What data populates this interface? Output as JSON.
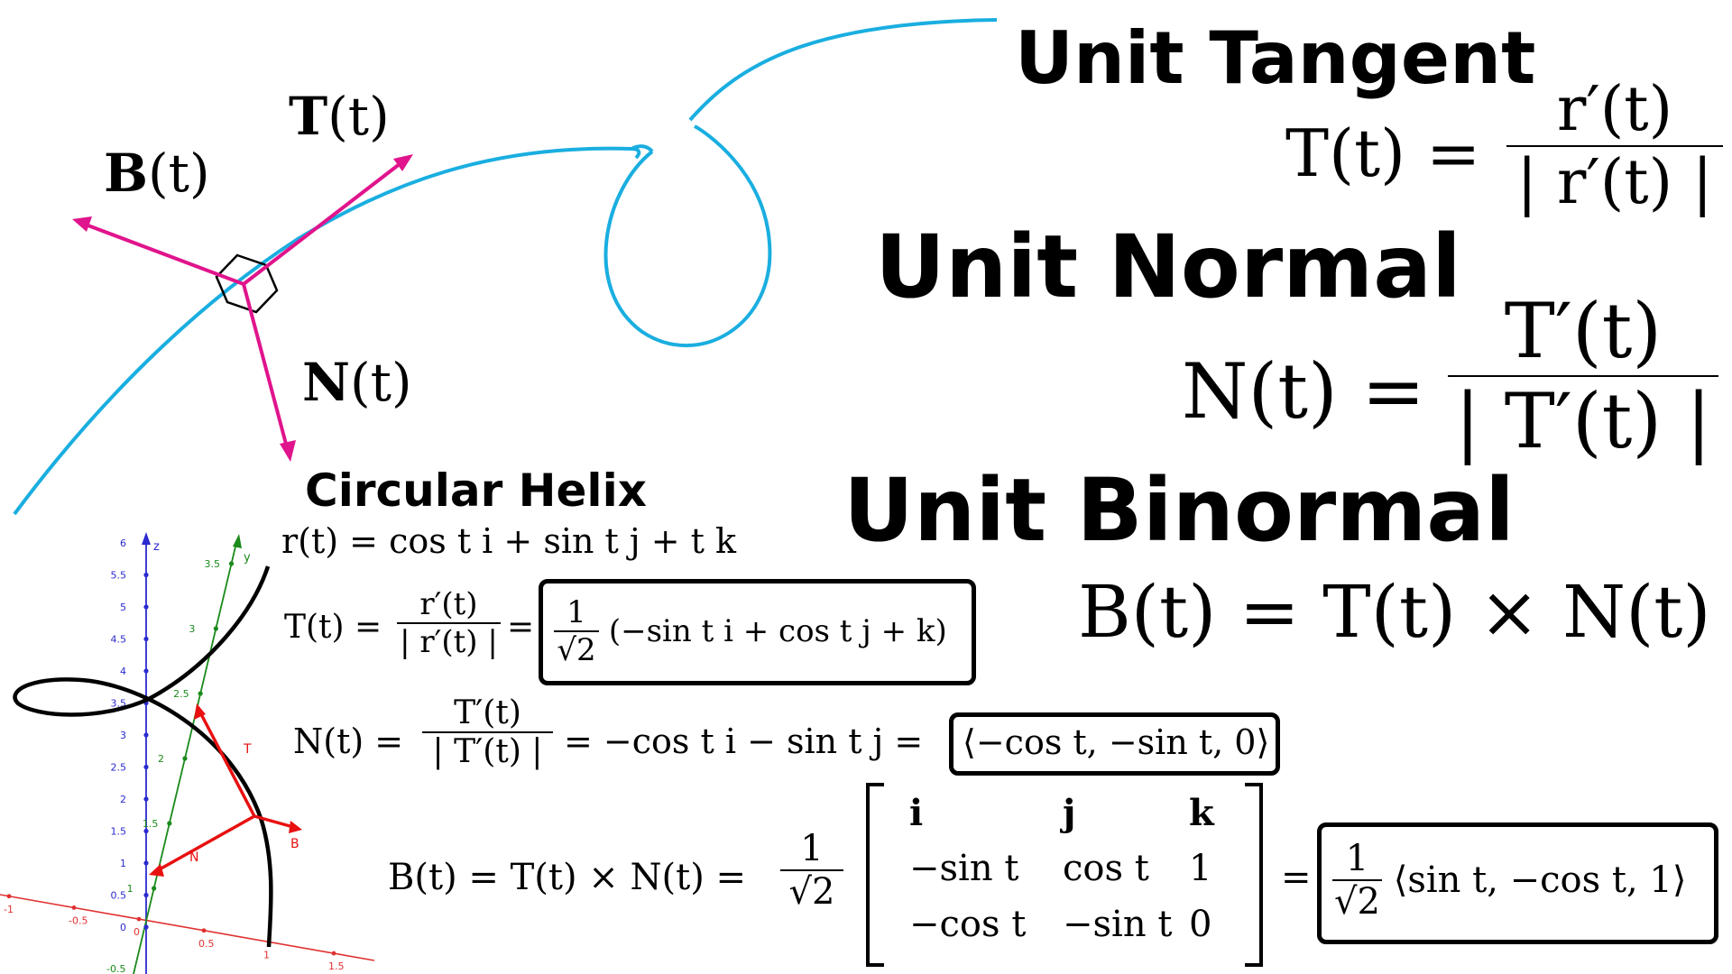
{
  "headings": {
    "unit_tangent": "Unit Tangent",
    "unit_normal": "Unit Normal",
    "unit_binormal": "Unit Binormal",
    "circular_helix": "Circular Helix"
  },
  "frame_labels": {
    "T": "T",
    "B": "B",
    "N": "N",
    "arg": "(t)"
  },
  "formulas": {
    "T_lhs": "T(t) =",
    "T_num": "r′(t)",
    "T_den": "| r′(t) |",
    "N_lhs": "N(t) =",
    "N_num": "T′(t)",
    "N_den": "| T′(t) |",
    "B_def": "B(t) = T(t) × N(t)"
  },
  "helix_example": {
    "r_def": "r(t) = cos t i + sin t j + t k",
    "T_lhs": "T(t) =",
    "T_num": "r′(t)",
    "T_den": "| r′(t) |",
    "eq": "=",
    "T_box_num": "1",
    "T_box_den": "√2",
    "T_box_vec": "(−sin t i + cos t j + k)",
    "N_lhs": "N(t) =",
    "N_num": "T′(t)",
    "N_den": "| T′(t) |",
    "N_mid": "= −cos t i − sin t j =",
    "N_box": "⟨−cos t, −sin t, 0⟩",
    "B_lhs": "B(t) = T(t) × N(t) =",
    "B_num": "1",
    "B_den": "√2",
    "matrix": [
      [
        "i",
        "j",
        "k"
      ],
      [
        "−sin t",
        "cos t",
        "1"
      ],
      [
        "−cos t",
        "−sin t",
        "0"
      ]
    ],
    "B_box_num": "1",
    "B_box_den": "√2",
    "B_box_vec": "⟨sin t, −cos t, 1⟩"
  },
  "axes_3d": {
    "z_label": "z",
    "y_label": "y",
    "z_ticks": [
      "6",
      "5.5",
      "5",
      "4.5",
      "4",
      "3.5",
      "3",
      "2.5",
      "2",
      "1.5",
      "1",
      "0.5",
      "0"
    ],
    "y_ticks": [
      "3.5",
      "3",
      "2.5",
      "2",
      "1.5",
      "1"
    ],
    "x_ticks": [
      "-1",
      "-0.5",
      "0",
      "0.5",
      "1",
      "1.5"
    ],
    "x_ticks_lower": [
      "-0.5"
    ],
    "vector_labels": [
      "T",
      "B",
      "N"
    ]
  },
  "colors": {
    "curve": "#1aaee0",
    "frame_vectors": "#e0148c",
    "helix_vectors": "#e81010",
    "z_axis": "#2a2ad0",
    "y_axis": "#1a8a1a",
    "x_axis": "#e03030"
  }
}
